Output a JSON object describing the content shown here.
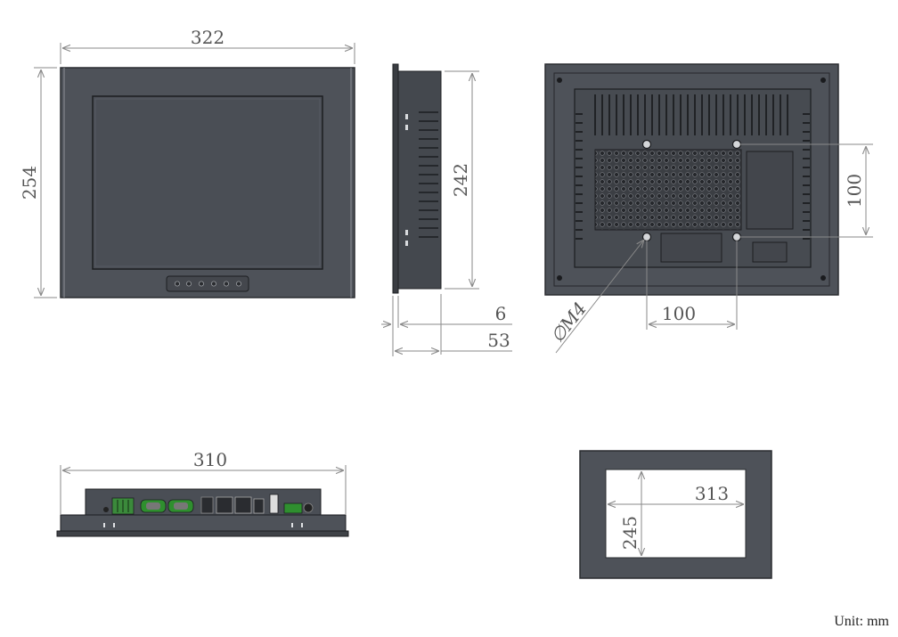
{
  "dimensions": {
    "front_width": "322",
    "front_height": "254",
    "side_height": "242",
    "side_thickness": "6",
    "side_depth": "53",
    "back_vesa_vertical": "100",
    "back_vesa_horizontal": "100",
    "back_screw": "∅M4",
    "bottom_width": "310",
    "cutout_width": "313",
    "cutout_height": "245"
  },
  "unit_label": "Unit: mm",
  "colors": {
    "panel": "#4e5259",
    "dimension_line": "#8a8a8a",
    "dimension_text": "#555555"
  }
}
